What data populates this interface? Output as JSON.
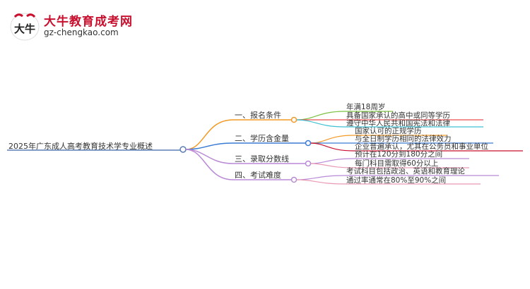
{
  "logo": {
    "title": "大牛教育成考网",
    "url": "gz-chengkao.com",
    "mark_text": "大牛"
  },
  "colors": {
    "orange": "#f39a27",
    "green": "#7cc242",
    "teal": "#3ec1d3",
    "red": "#e84d4d",
    "blue": "#3a7bd5",
    "purple": "#b98ad6",
    "pink": "#e89ab5",
    "root_line": "#5b7fb6"
  },
  "mindmap": {
    "root": "2025年广东成人高考教育技术学专业概述",
    "branches": [
      {
        "label": "一、报名条件",
        "items": [
          "年满18周岁",
          "具备国家承认的高中或同等学历",
          "遵守中华人民共和国宪法和法律"
        ]
      },
      {
        "label": "二、学历含金量",
        "items": [
          "国家认可的正规学历",
          "与全日制学历相同的法律效力",
          "企业普遍承认，尤其在公务员和事业单位"
        ]
      },
      {
        "label": "三、录取分数线",
        "items": [
          "预计在120分到180分之间",
          "每门科目需取得60分以上"
        ]
      },
      {
        "label": "四、考试难度",
        "items": [
          "考试科目包括政治、英语和教育理论",
          "通过率通常在80%至90%之间"
        ]
      }
    ]
  }
}
